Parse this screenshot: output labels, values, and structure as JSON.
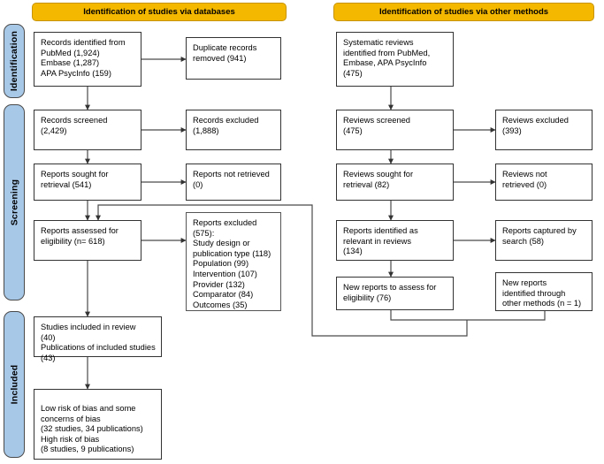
{
  "diagram": {
    "title": "PRISMA 2020 flow diagram",
    "colors": {
      "header_bar": "#f5b800",
      "phase_bar": "#a8c8e8",
      "box_border": "#333333",
      "connector": "#4a4a4a",
      "background": "#ffffff"
    }
  },
  "phases": [
    {
      "label": "Identification"
    },
    {
      "label": "Screening"
    },
    {
      "label": "Included"
    }
  ],
  "headers": [
    {
      "label": "Identification of studies via databases"
    },
    {
      "label": "Identification of studies via other methods"
    }
  ],
  "nodes": {
    "records_identified": "Records identified from\nPubMed (1,924)\nEmbase (1,287)\nAPA PsycInfo (159)",
    "duplicates_removed": "Duplicate records\nremoved (941)",
    "records_screened": "Records screened\n(2,429)",
    "records_excluded": "Records excluded\n(1,888)",
    "reports_sought": "Reports sought for\nretrieval (541)",
    "reports_not_retrieved": "Reports not retrieved\n(0)",
    "reports_assessed": "Reports assessed for\neligibility (n= 618)",
    "reports_excluded": "Reports excluded\n(575):\nStudy design or\npublication type (118)\nPopulation (99)\nIntervention (107)\nProvider (132)\nComparator (84)\nOutcomes (35)",
    "studies_included": "Studies included in review\n(40)\nPublications of included studies\n(43)",
    "risk_of_bias": "Low risk of bias and some\nconcerns of bias\n(32 studies, 34 publications)\nHigh risk of bias\n(8 studies, 9 publications)",
    "systematic_reviews": "Systematic reviews\nidentified from PubMed,\nEmbase, APA PsycInfo\n(475)",
    "reviews_screened": "Reviews screened\n(475)",
    "reviews_excluded": "Reviews excluded\n(393)",
    "reviews_sought": "Reviews sought for\nretrieval (82)",
    "reviews_not_retrieved": "Reviews not\nretrieved (0)",
    "reports_relevant": "Reports identified as\nrelevant in reviews\n(134)",
    "reports_captured": "Reports captured by\nsearch (58)",
    "new_reports_assess": "New reports to assess for\neligibility (76)",
    "new_reports_other": "New reports\nidentified through\nother methods (n = 1)"
  }
}
